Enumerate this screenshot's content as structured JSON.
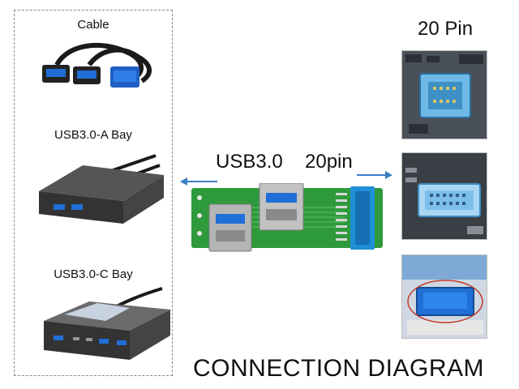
{
  "left_panel": {
    "cable_label": "Cable",
    "bay_a_label": "USB3.0-A Bay",
    "bay_c_label": "USB3.0-C Bay"
  },
  "center": {
    "usb_label": "USB3.0",
    "pin_label": "20pin"
  },
  "right_panel": {
    "header_label": "20 Pin"
  },
  "footer": {
    "title": "CONNECTION DIAGRAM"
  },
  "colors": {
    "pcb_green": "#2f9a3c",
    "header_blue": "#1f8fd6",
    "arrow_blue": "#3a7fc4"
  }
}
